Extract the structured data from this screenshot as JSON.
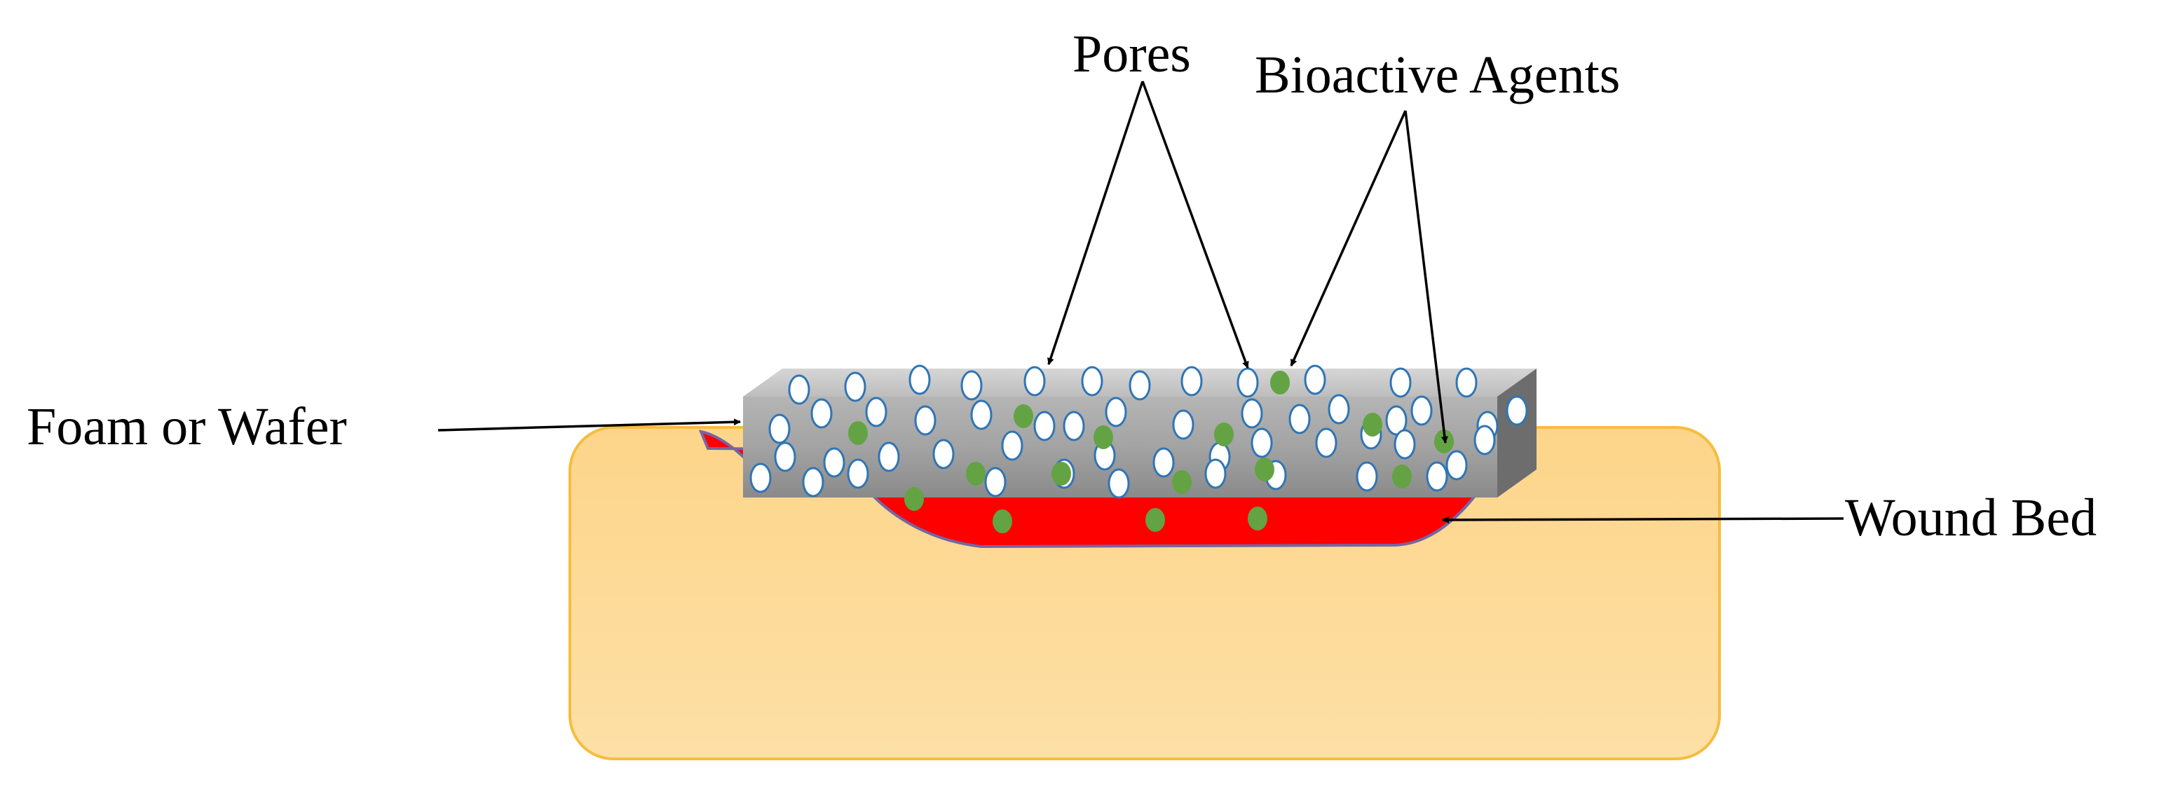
{
  "labels": {
    "pores": "Pores",
    "bioactive_agents": "Bioactive Agents",
    "foam_or_wafer": "Foam or Wafer",
    "wound_bed": "Wound Bed"
  },
  "colors": {
    "skin_fill": "#fdd68c",
    "skin_border": "#f4bb3c",
    "wound": "#ff0000",
    "wound_edge": "#7f6fa8",
    "foam_top": "#c9c9c9",
    "foam_front": "#9a9a9a",
    "foam_side": "#6f6f6f",
    "pore_fill": "#ffffff",
    "pore_stroke": "#2f75b5",
    "agent_fill": "#63a343",
    "arrow": "#000000"
  }
}
